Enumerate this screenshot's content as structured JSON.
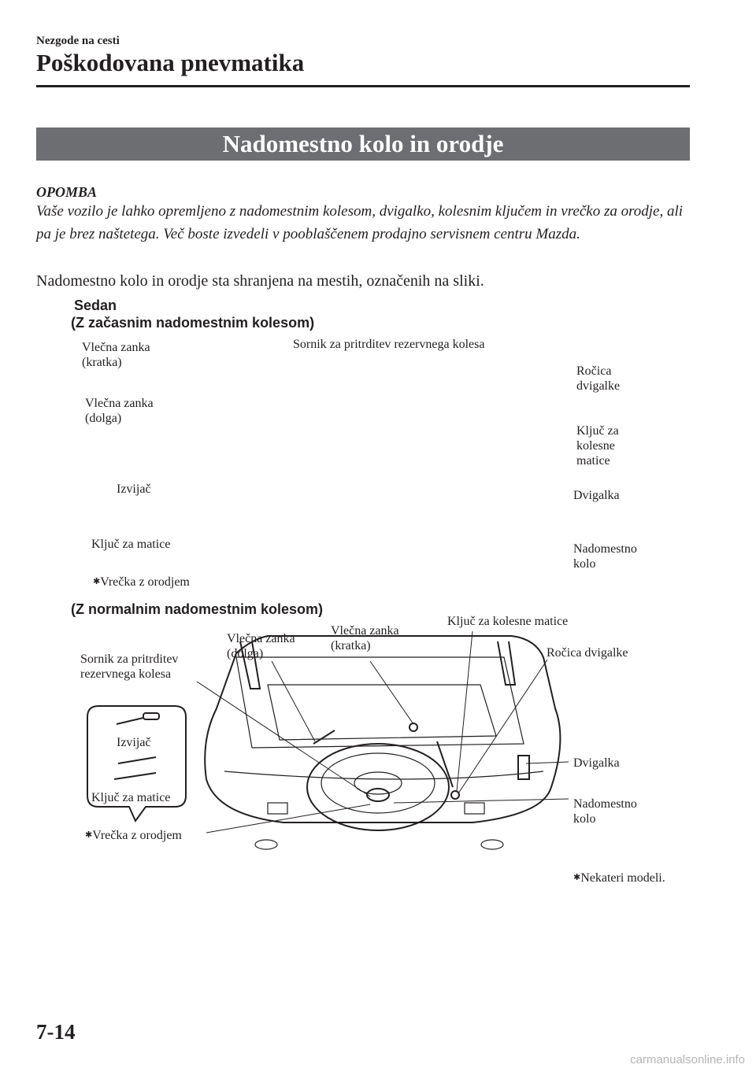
{
  "header": {
    "section_label": "Nezgode na cesti",
    "chapter_title": "Poškodovana pnevmatika"
  },
  "title_band": "Nadomestno kolo in orodje",
  "note": {
    "heading": "OPOMBA",
    "text": "Vaše vozilo je lahko opremljeno z nadomestnim kolesom, dvigalko, kolesnim ključem in vrečko za orodje, ali pa je brez naštetega. Več boste izvedeli v pooblaščenem prodajno servisnem centru Mazda."
  },
  "body_text": "Nadomestno kolo in orodje sta shranjena na mestih, označenih na sliki.",
  "figure1": {
    "model": "Sedan",
    "subtitle": "(Z začasnim nadomestnim kolesom)",
    "labels": {
      "tow_hook_short": "Vlečna zanka\n(kratka)",
      "tow_hook_long": "Vlečna zanka\n(dolga)",
      "spare_bolt": "Sornik za pritrditev rezervnega kolesa",
      "jack_handle": "Ročica\ndvigalke",
      "lug_wrench": "Ključ za\nkolesne\nmatice",
      "jack": "Dvigalka",
      "spare_tire": "Nadomestno\nkolo",
      "screwdriver": "Izvijač",
      "nut_wrench": "Ključ za matice",
      "tool_bag": "Vrečka z orodjem"
    }
  },
  "figure2": {
    "subtitle": "(Z normalnim nadomestnim kolesom)",
    "labels": {
      "spare_bolt": "Sornik za pritrditev\nrezervnega kolesa",
      "tow_hook_long": "Vlečna zanka\n(dolga)",
      "tow_hook_short": "Vlečna zanka\n(kratka)",
      "lug_wrench": "Ključ za kolesne matice",
      "jack_handle": "Ročica dvigalke",
      "jack": "Dvigalka",
      "spare_tire": "Nadomestno\nkolo",
      "screwdriver": "Izvijač",
      "nut_wrench": "Ključ za matice",
      "tool_bag": "Vrečka z orodjem"
    }
  },
  "footnote": "Nekateri modeli.",
  "footnote_symbol": "✱",
  "page_number": "7-14",
  "watermark": "carmanualsonline.info"
}
